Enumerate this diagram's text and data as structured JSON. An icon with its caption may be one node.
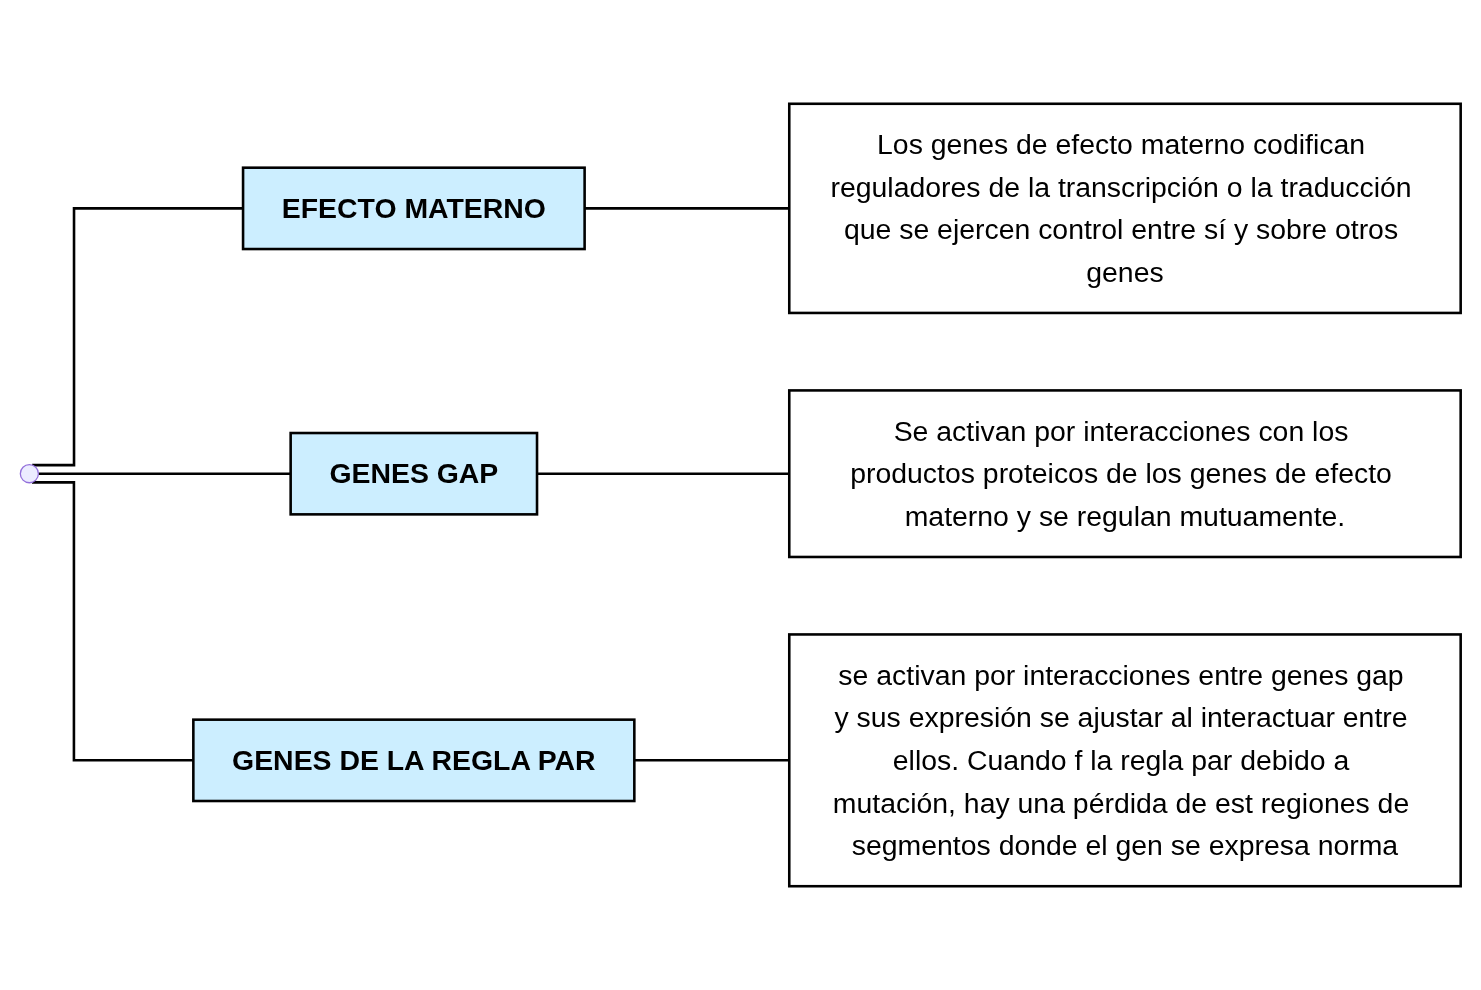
{
  "diagram": {
    "nodes": [
      {
        "text": [
          "EFECTO MATERNO"
        ]
      },
      {
        "text": [
          "GENES GAP"
        ]
      },
      {
        "text": [
          "GENES DE LA REGLA PAR"
        ]
      },
      {
        "text": [
          "Los genes de efecto materno codifican reguladores de la transcripción o la traducción que se ejercen control entre sí y sobre otros genes"
        ]
      },
      {
        "text": [
          "Se activan por interacciones con los productos proteicos de los genes de efecto materno y se regulan mutuamente."
        ]
      },
      {
        "text": [
          "se activan por interacciones entre genes gap y sus expresión se ajustar al interactuar entre ellos. Cuando f la regla par debido a mutación, hay una pérdida de est regiones de segmentos donde el gen se expresa norma"
        ]
      }
    ],
    "edges": [
      {
        "from": null,
        "to": 0,
        "arrow": "none"
      },
      {
        "from": null,
        "to": 1,
        "arrow": "none"
      },
      {
        "from": null,
        "to": 2,
        "arrow": "none"
      },
      {
        "from": 0,
        "to": 3,
        "arrow": "none"
      },
      {
        "from": 1,
        "to": 4,
        "arrow": "none"
      },
      {
        "from": 2,
        "to": 5,
        "arrow": "none"
      }
    ]
  }
}
